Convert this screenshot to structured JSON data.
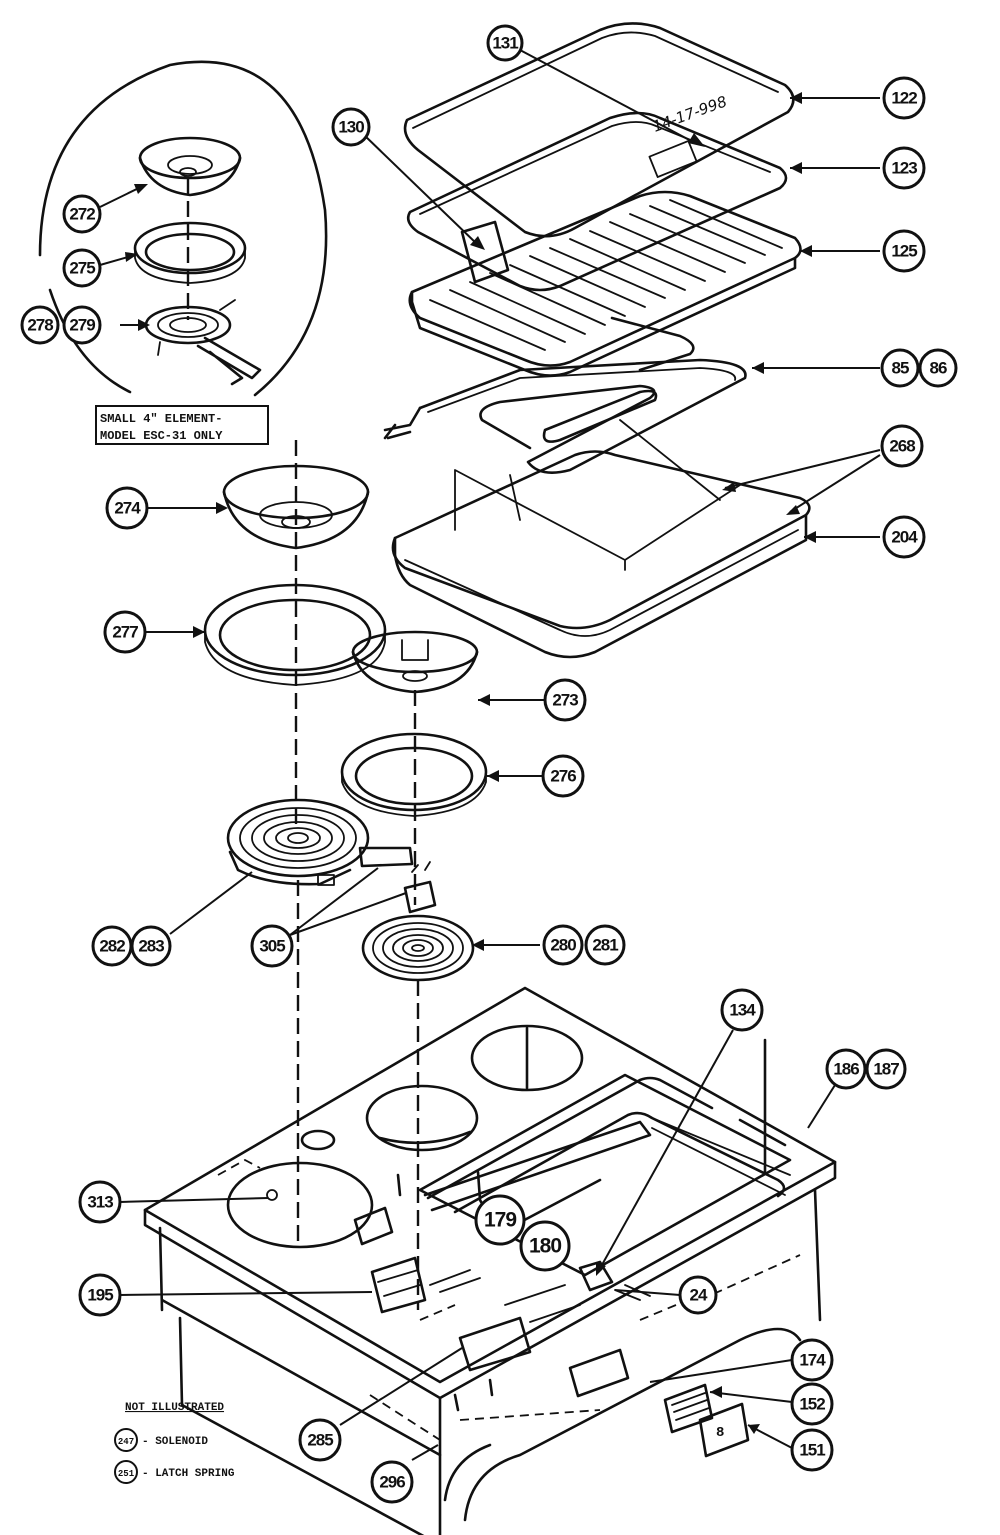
{
  "callouts": [
    {
      "id": "c131",
      "label": "131"
    },
    {
      "id": "c122",
      "label": "122"
    },
    {
      "id": "c130",
      "label": "130"
    },
    {
      "id": "c123",
      "label": "123"
    },
    {
      "id": "c125",
      "label": "125"
    },
    {
      "id": "c85",
      "label": "85"
    },
    {
      "id": "c86",
      "label": "86"
    },
    {
      "id": "c268",
      "label": "268"
    },
    {
      "id": "c204",
      "label": "204"
    },
    {
      "id": "c272",
      "label": "272"
    },
    {
      "id": "c275",
      "label": "275"
    },
    {
      "id": "c278",
      "label": "278"
    },
    {
      "id": "c279",
      "label": "279"
    },
    {
      "id": "c274",
      "label": "274"
    },
    {
      "id": "c277",
      "label": "277"
    },
    {
      "id": "c273",
      "label": "273"
    },
    {
      "id": "c276",
      "label": "276"
    },
    {
      "id": "c282",
      "label": "282"
    },
    {
      "id": "c283",
      "label": "283"
    },
    {
      "id": "c305",
      "label": "305"
    },
    {
      "id": "c280",
      "label": "280"
    },
    {
      "id": "c281",
      "label": "281"
    },
    {
      "id": "c134",
      "label": "134"
    },
    {
      "id": "c186",
      "label": "186"
    },
    {
      "id": "c187",
      "label": "187"
    },
    {
      "id": "c313",
      "label": "313"
    },
    {
      "id": "c179",
      "label": "179"
    },
    {
      "id": "c180",
      "label": "180"
    },
    {
      "id": "c195",
      "label": "195"
    },
    {
      "id": "c24",
      "label": "24"
    },
    {
      "id": "c174",
      "label": "174"
    },
    {
      "id": "c152",
      "label": "152"
    },
    {
      "id": "c151",
      "label": "151"
    },
    {
      "id": "c285",
      "label": "285"
    },
    {
      "id": "c296",
      "label": "296"
    }
  ],
  "inset_note": {
    "line1": "SMALL 4\" ELEMENT-",
    "line2": "MODEL ESC-31 ONLY"
  },
  "handwritten": "14-17-998",
  "not_illustrated": {
    "heading": "NOT ILLUSTRATED",
    "items": [
      {
        "num": "247",
        "text": "- SOLENOID"
      },
      {
        "num": "251",
        "text": "- LATCH SPRING"
      }
    ]
  },
  "plate_mark": "8"
}
